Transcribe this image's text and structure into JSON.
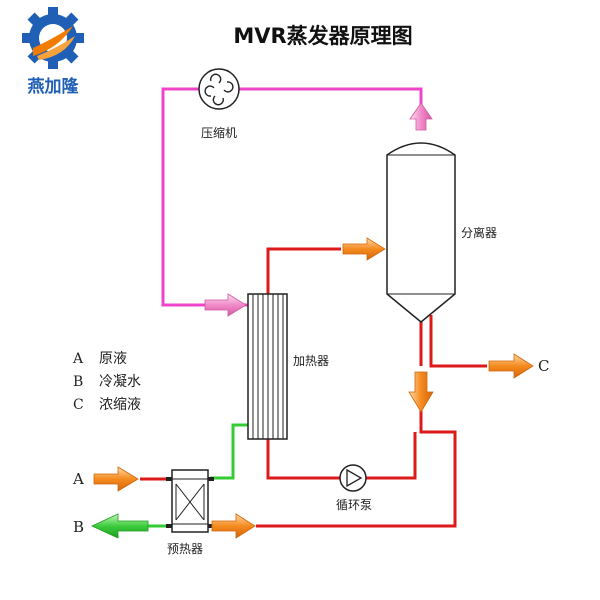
{
  "logo": {
    "text": "燕加隆",
    "icon": "gear-logo-icon",
    "gear_color": "#1f5fb5",
    "swirl_color": "#f07d00"
  },
  "title": "MVR蒸发器原理图",
  "components": {
    "compressor": "压缩机",
    "separator": "分离器",
    "heater": "加热器",
    "pump": "循环泵",
    "preheater": "预热器"
  },
  "legend": [
    {
      "key": "A",
      "label": "原液"
    },
    {
      "key": "B",
      "label": "冷凝水"
    },
    {
      "key": "C",
      "label": "浓缩液"
    }
  ],
  "ports": {
    "a": "A",
    "b": "B",
    "c": "C"
  },
  "colors": {
    "vapor": "#ee44cc",
    "liquid": "#dd1a1a",
    "condensate": "#33cc33",
    "arrow_orange": "#f58a1f",
    "arrow_pink": "#f08ac8",
    "arrow_green": "#33cc33"
  }
}
